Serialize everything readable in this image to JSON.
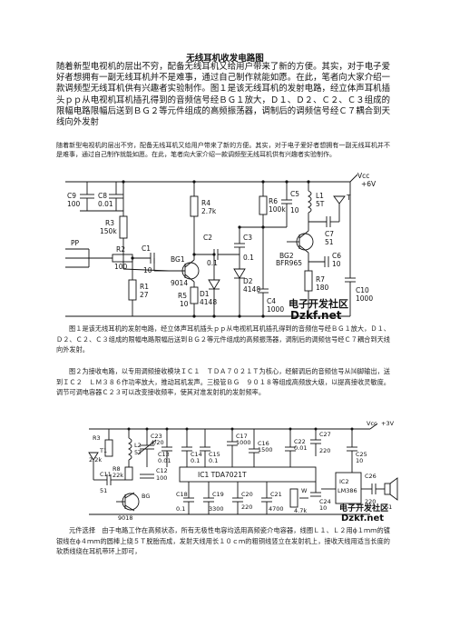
{
  "title": "无线耳机收发电路图",
  "intro_paragraph": "随着新型电视机的层出不穷，配备无线耳机又给用户带来了新的方便。其实，对于电子爱好者想拥有一副无线耳机并不是难事，通过自己制作就能如愿。在此，笔者向大家介绍一款调频型无线耳机供有兴趣者实验制作。图１是该无线耳机的发射电路，经立体声耳机插头ｐｐ从电视机耳机插孔得到的音频信号经ＢＧ１放大，Ｄ１、Ｄ２、Ｃ２、Ｃ３组成的限幅电路限幅后送到ＢＧ２等元件组成的高频振荡器，调制后的调频信号经Ｃ７耦合到天线向外发射",
  "intro_small": "随着新型电视机的层出不穷，配备无线耳机又给用户带来了新的方便。其实，对于电子爱好者想拥有一副无线耳机并不是难事，通过自己制作就能如愿。在此，笔者向大家介绍一款调频型无线耳机供有兴趣者实验制作。",
  "transmitter_labels": {
    "c9": "C9",
    "c9_val": "100",
    "c8": "C8",
    "c8_val": "0.01",
    "r4": "R4",
    "r4_val": "2.7k",
    "r6": "R6",
    "r6_val": "100k",
    "r3": "R3",
    "r3_val": "150k",
    "c2": "C2",
    "c2_val": "0.1",
    "c3": "C3",
    "c3_val": "0.1",
    "bg1": "BG1",
    "bg1_val": "9014",
    "bg2": "BG2",
    "bg2_val": "BFR965",
    "d1": "D1",
    "d1_val": "4148",
    "d2": "D2",
    "d2_val": "4148",
    "c4": "C4",
    "c4_val": "1000",
    "r5": "R5",
    "r5_val": "10",
    "r2": "R2",
    "r2_val": "100",
    "c1": "C1",
    "c1_val": "10",
    "r1": "R1",
    "r1_val": "27",
    "pp": "PP",
    "l1": "L1",
    "l1_val": "5T",
    "c5": "C5",
    "c5_val": "10",
    "c7": "C7",
    "c7_val": "51",
    "c6": "C6",
    "c6_val": "10",
    "r7": "R7",
    "r7_val": "180",
    "c10": "C10",
    "c10_val": "1000",
    "vcc": "Vcc",
    "vcc_val": "+6V",
    "t": "T"
  },
  "watermark": {
    "cn": "电子开发社区",
    "en": "Dzkf.net"
  },
  "fig1_caption": "图１是该无线耳机的发射电路，经立体声耳机插头ｐｐ从电视机耳机插孔得到的音频信号经ＢＧ１放大，Ｄ１、Ｄ２、Ｃ２、Ｃ３组成的限幅电路限幅后送到ＢＧ２等元件组成的高频振荡器，调制后的调频信号经Ｃ７耦合到天线向外发射。",
  "fig2_caption": "图２为接收电路，以专用调频接收模块ＩＣ１　ＴＤＡ７０２１Ｔ为核心，经解调后的音频信号从⒁脚输出，送到ＩＣ２　ＬＭ３８６作功率放大，推动耳机发声。三极管ＢＧ　９０１８等组成高频放大级，以提高接收灵敏度。调节可调电容器Ｃ２３可以改变接收频率，使其对准发射机的发射频率。",
  "receiver_labels": {
    "t1": "T1",
    "l2": "L2",
    "l2_val": "5T",
    "c23": "C23",
    "c23_val": "4/20",
    "r3": "R3",
    "r3_val": "2.2k",
    "c13": "C13",
    "c13_val": "0.01",
    "c14": "C14",
    "c14_val": "0.1",
    "c15": "C15",
    "c15_val": "0.1",
    "c17": "C17",
    "c17_val": "1000",
    "c16": "C16",
    "c16_val": "1500",
    "c22": "C22",
    "c22_val": "0.01",
    "c27": "C27",
    "c27_val": "220",
    "c25": "C25",
    "c25_val": "10",
    "c11": "C11",
    "c11_val": "51",
    "r8": "R8",
    "r8_val": "22k",
    "c12": "C12",
    "c12_val": "100",
    "ic1": "IC1  TDA7021T",
    "ic2": "IC2",
    "ic2_val": "LM386",
    "bg": "BG",
    "bg_val": "9018",
    "c18": "C18",
    "c18_val": "0.1",
    "c19": "C19",
    "c19_val": "3300",
    "c20": "C20",
    "c20_val": "220",
    "c21": "C21",
    "c21_val": "4700",
    "c24": "C24",
    "c24_val": "10",
    "w": "W",
    "w_val": "4.7k",
    "c26": "C26",
    "c26_val": "220",
    "s1": "S1",
    "vcc": "Vcc",
    "vcc_val": "+3V"
  },
  "parts_paragraph": "元件选择　由于电路工作在高频状态，所有无极性电容均选用高频瓷介电容器，线圈Ｌ１、Ｌ２用ϕ１ｍｍ的镀银线在ϕ４ｍｍ的圆棒上绕５Ｔ脱胎而成，发射天线用长１０ｃｍ的粗铜线竖立在发射机上，接收天线用适当长度的软质线绕在耳机带环上即可，"
}
